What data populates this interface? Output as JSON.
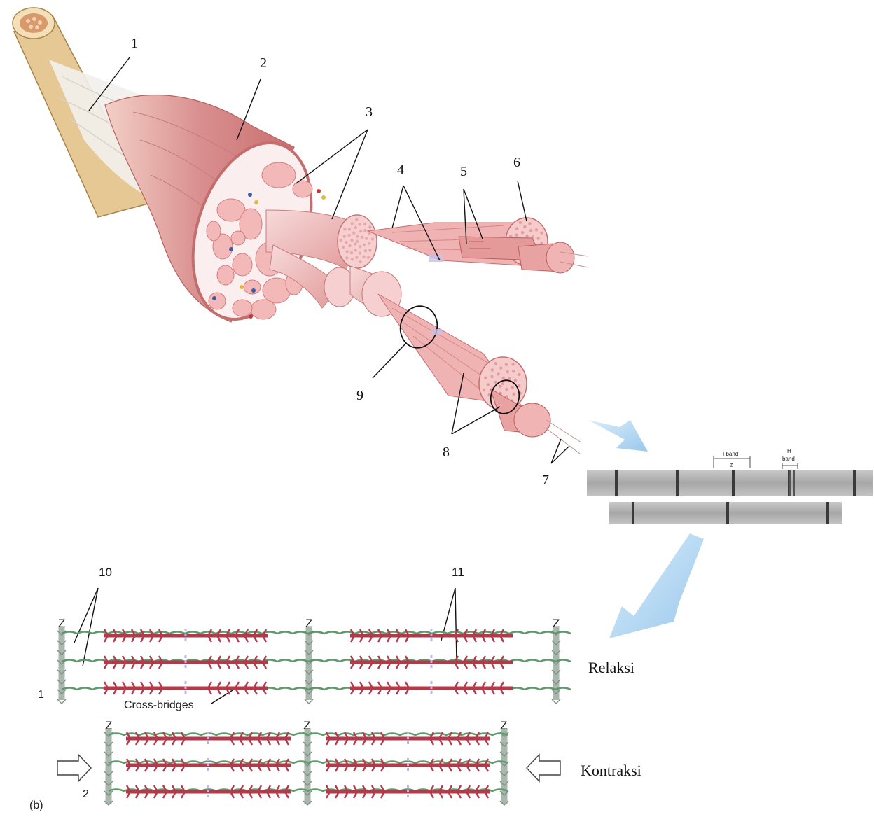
{
  "callouts": [
    "1",
    "2",
    "3",
    "4",
    "5",
    "6",
    "7",
    "8",
    "9",
    "10",
    "11"
  ],
  "micrograph": {
    "i_band": "I band",
    "z": "Z",
    "h_band_line1": "H",
    "h_band_line2": "band"
  },
  "sarcomere": {
    "z_letter": "Z",
    "cross_bridges": "Cross-bridges",
    "row1_index": "1",
    "row2_index": "2",
    "panel_label": "(b)"
  },
  "states": {
    "relaxed": "Relaksi",
    "contracted": "Kontraksi"
  },
  "colors": {
    "tendon": "#e3c590",
    "muscle": "#d98f8f",
    "fascicle": "#f2c2c2",
    "actin": "#5c9a6c",
    "myosin": "#b23a4a",
    "z_disc": "#a9b7ad",
    "arrow_blue": "#9ccaee"
  }
}
